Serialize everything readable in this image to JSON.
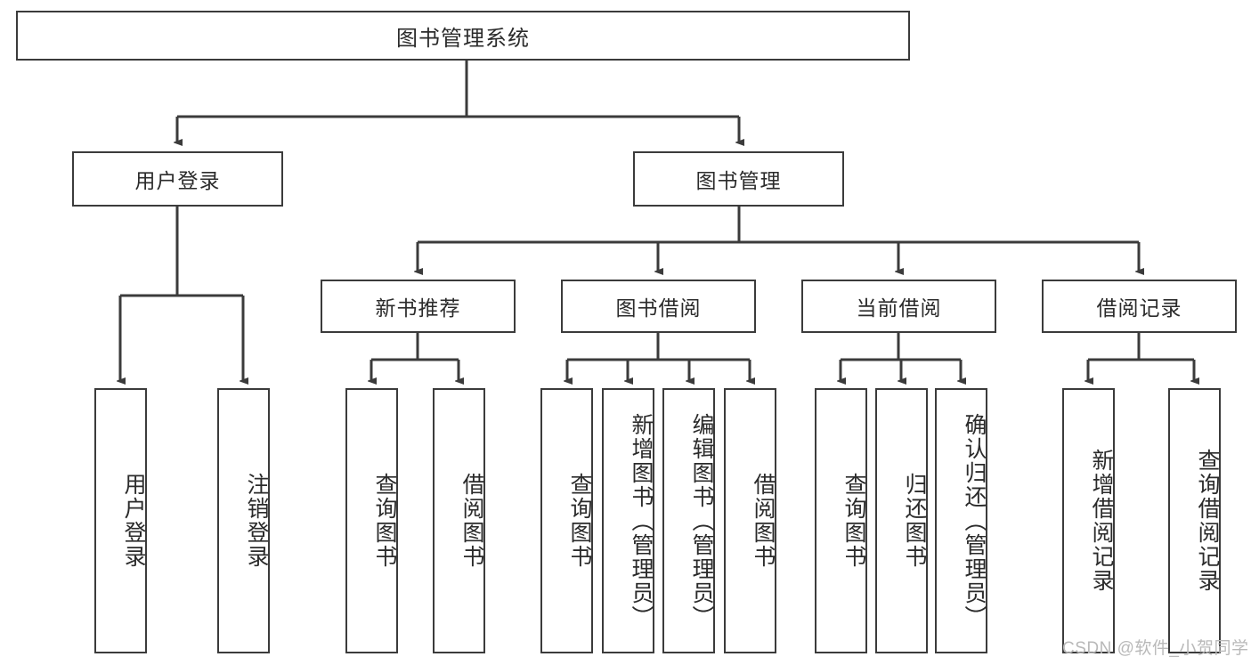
{
  "diagram": {
    "type": "tree-hierarchy",
    "title": "图书管理系统",
    "watermark": "CSDN @软件_小贺同学",
    "colors": {
      "box_border": "#3b3b3b",
      "box_fill": "#ffffff",
      "connector": "#3b3b3b",
      "text": "#2b2b2b",
      "watermark": "#b9b9b9",
      "background": "#ffffff"
    },
    "nodes": {
      "root": {
        "label": "图书管理系统",
        "orientation": "horizontal"
      },
      "level2": [
        {
          "id": "user-login",
          "label": "用户登录",
          "orientation": "horizontal"
        },
        {
          "id": "book-management",
          "label": "图书管理",
          "orientation": "horizontal"
        }
      ],
      "level3": [
        {
          "id": "new-book-recommend",
          "label": "新书推荐",
          "orientation": "horizontal"
        },
        {
          "id": "book-borrow",
          "label": "图书借阅",
          "orientation": "horizontal"
        },
        {
          "id": "current-borrow",
          "label": "当前借阅",
          "orientation": "horizontal"
        },
        {
          "id": "borrow-record",
          "label": "借阅记录",
          "orientation": "horizontal"
        }
      ],
      "leaves": [
        {
          "id": "leaf-user-login",
          "label": "用户登录",
          "parent": "user-login",
          "orientation": "vertical"
        },
        {
          "id": "leaf-user-logout",
          "label": "注销登录",
          "parent": "user-login",
          "orientation": "vertical"
        },
        {
          "id": "leaf-query-book-1",
          "label": "查询图书",
          "parent": "new-book-recommend",
          "orientation": "vertical"
        },
        {
          "id": "leaf-borrow-book-1",
          "label": "借阅图书",
          "parent": "new-book-recommend",
          "orientation": "vertical"
        },
        {
          "id": "leaf-query-book-2",
          "label": "查询图书",
          "parent": "book-borrow",
          "orientation": "vertical"
        },
        {
          "id": "leaf-add-book",
          "label": "新增图书（管理员）",
          "parent": "book-borrow",
          "orientation": "vertical"
        },
        {
          "id": "leaf-edit-book",
          "label": "编辑图书（管理员）",
          "parent": "book-borrow",
          "orientation": "vertical"
        },
        {
          "id": "leaf-borrow-book-2",
          "label": "借阅图书",
          "parent": "book-borrow",
          "orientation": "vertical"
        },
        {
          "id": "leaf-query-book-3",
          "label": "查询图书",
          "parent": "current-borrow",
          "orientation": "vertical"
        },
        {
          "id": "leaf-return-book",
          "label": "归还图书",
          "parent": "current-borrow",
          "orientation": "vertical"
        },
        {
          "id": "leaf-confirm-return",
          "label": "确认归还（管理员）",
          "parent": "current-borrow",
          "orientation": "vertical"
        },
        {
          "id": "leaf-add-record",
          "label": "新增借阅记录",
          "parent": "borrow-record",
          "orientation": "vertical"
        },
        {
          "id": "leaf-query-record",
          "label": "查询借阅记录",
          "parent": "borrow-record",
          "orientation": "vertical"
        }
      ]
    }
  }
}
